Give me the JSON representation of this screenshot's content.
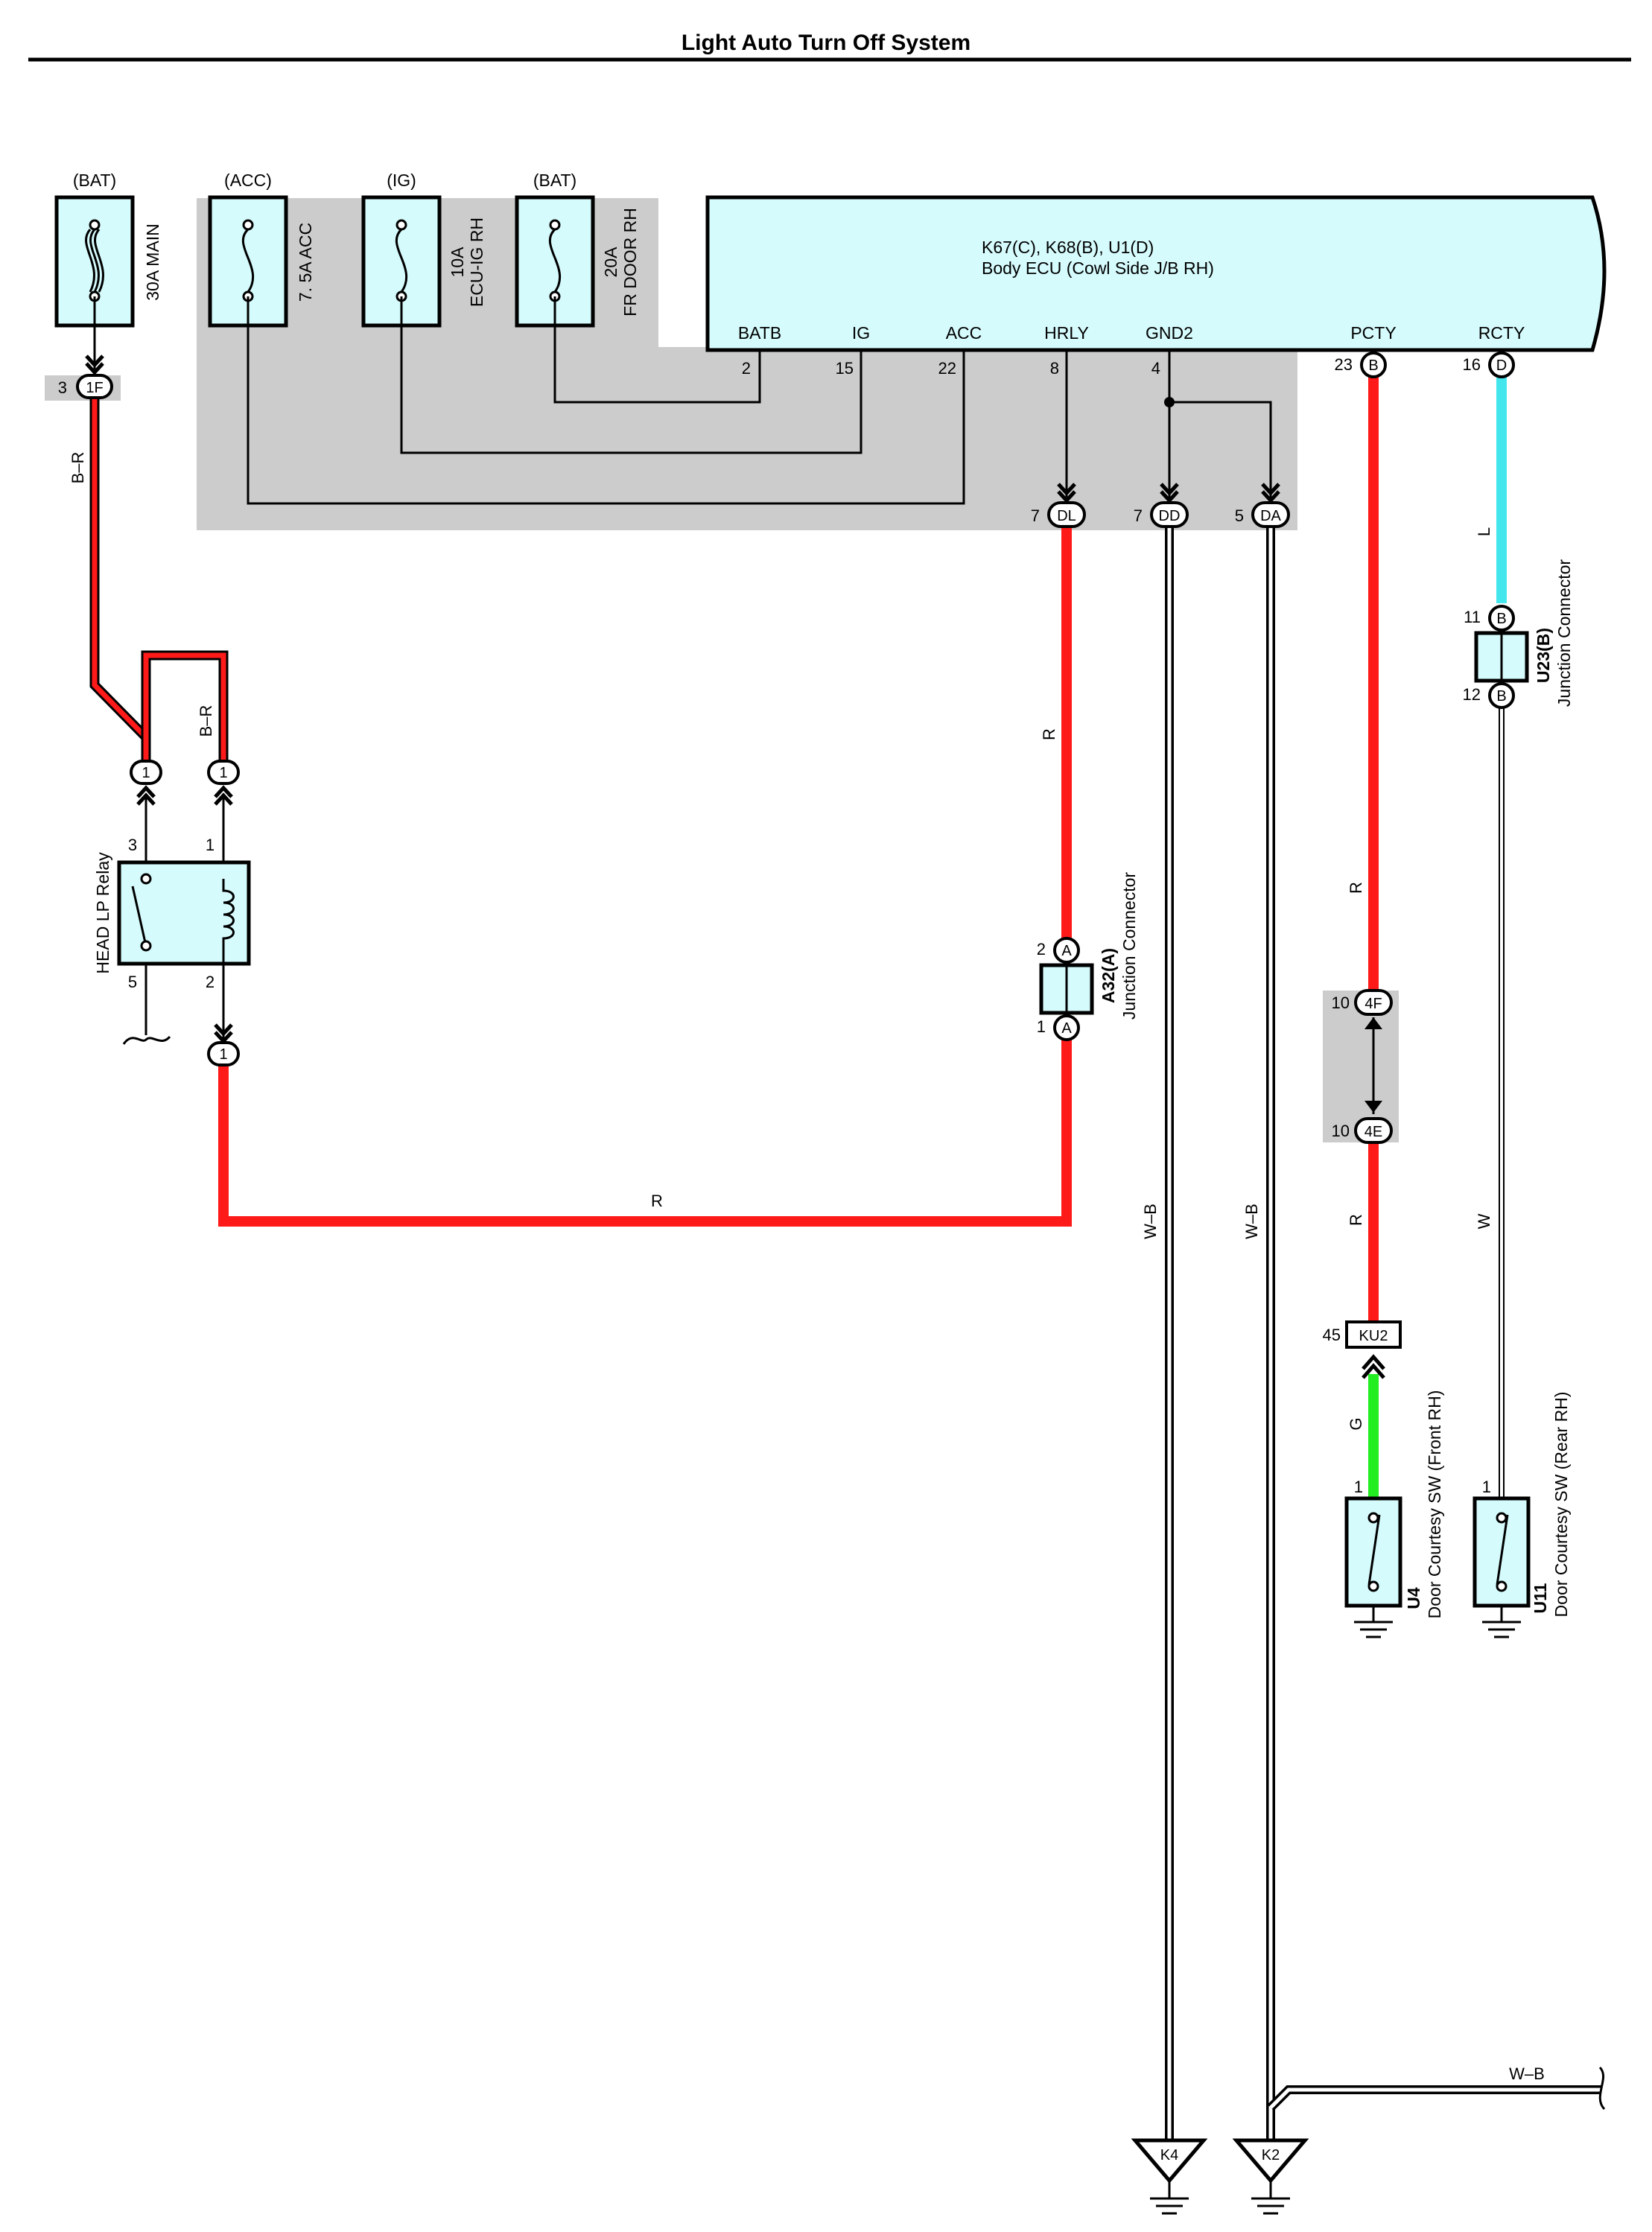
{
  "title": "Light Auto Turn Off System",
  "colors": {
    "red": "#ff1a1a",
    "cyan": "#44e6ee",
    "green": "#22ee22",
    "component_fill": "#d6fbfd",
    "shade": "#cccccc"
  },
  "fuses": {
    "main": {
      "source": "(BAT)",
      "name": "30A MAIN"
    },
    "acc": {
      "source": "(ACC)",
      "name": "7. 5A ACC"
    },
    "ig": {
      "source": "(IG)",
      "amp": "10A",
      "name": "ECU-IG RH"
    },
    "door": {
      "source": "(BAT)",
      "amp": "20A",
      "name": "FR DOOR RH"
    }
  },
  "ecu": {
    "title": "K67(C), K68(B), U1(D)",
    "subtitle": "Body ECU (Cowl Side J/B RH)",
    "terminals": {
      "batb": {
        "name": "BATB",
        "pin": "2"
      },
      "ig": {
        "name": "IG",
        "pin": "15"
      },
      "acc": {
        "name": "ACC",
        "pin": "22"
      },
      "hrly": {
        "name": "HRLY",
        "pin": "8"
      },
      "gnd2": {
        "name": "GND2",
        "pin": "4"
      },
      "pcty": {
        "name": "PCTY",
        "pin": "23",
        "connector": "B"
      },
      "rcty": {
        "name": "RCTY",
        "pin": "16",
        "connector": "D"
      }
    }
  },
  "junction_connectors": {
    "jc_1f": {
      "pin": "3",
      "name": "1F"
    },
    "jc_dl": {
      "pin": "7",
      "name": "DL"
    },
    "jc_dd": {
      "pin": "7",
      "name": "DD"
    },
    "jc_da": {
      "pin": "5",
      "name": "DA"
    },
    "jc_4f": {
      "pin": "10",
      "name": "4F"
    },
    "jc_4e": {
      "pin": "10",
      "name": "4E"
    },
    "jc_ku2": {
      "pin": "45",
      "name": "KU2"
    }
  },
  "relay": {
    "name": "HEAD LP Relay",
    "pins": {
      "p3": "3",
      "p1": "1",
      "p5": "5",
      "p2": "2"
    },
    "conn_labels": {
      "c1": "1",
      "c2": "1",
      "c3": "1"
    }
  },
  "a32": {
    "id": "A32(A)",
    "name": "Junction Connector",
    "pin_top": "2",
    "pin_bottom": "1",
    "conn": "A"
  },
  "u23": {
    "id": "U23(B)",
    "name": "Junction Connector",
    "pin_top": "11",
    "pin_bottom": "12",
    "conn": "B"
  },
  "switches": {
    "u4": {
      "id": "U4",
      "name": "Door Courtesy SW (Front RH)",
      "pin": "1"
    },
    "u11": {
      "id": "U11",
      "name": "Door Courtesy SW (Rear RH)",
      "pin": "1"
    }
  },
  "grounds": {
    "k4": "K4",
    "k2": "K2"
  },
  "wire_colors": {
    "br_main": "B–R",
    "br_relay": "B–R",
    "r_hrly": "R",
    "r_bottom": "R",
    "r_pcty_upper": "R",
    "r_pcty_lower": "R",
    "g_u4": "G",
    "l_rcty": "L",
    "w_u11": "W",
    "wb_dd": "W–B",
    "wb_da": "W–B",
    "wb_branch": "W–B"
  }
}
